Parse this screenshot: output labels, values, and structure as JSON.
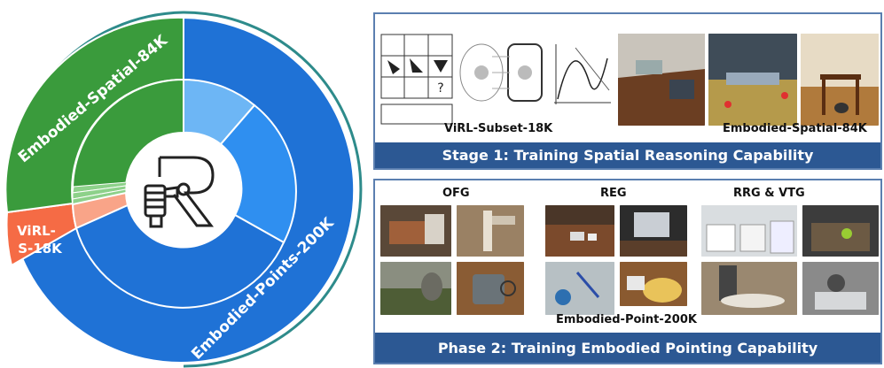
{
  "donut": {
    "outer_labels": {
      "spatial": "Embodied-Spatial-84K",
      "virl_line1": "ViRL-",
      "virl_line2": "S-18K",
      "points": "Embodied-Points-200K"
    },
    "colors": {
      "spatial": "#3a9b3c",
      "spatial_light": "#8dd18a",
      "virl": "#f56b45",
      "virl_light": "#f9a488",
      "points": "#1f72d6",
      "points_mid": "#2f8ff0",
      "points_light": "#6db6f5",
      "ring_outline": "#2e8b8b"
    }
  },
  "stage1": {
    "captions": {
      "virl": "ViRL-Subset-18K",
      "spatial": "Embodied-Spatial-84K"
    },
    "banner": "Stage 1: Training Spatial Reasoning Capability"
  },
  "stage2": {
    "captions": {
      "ofg": "OFG",
      "reg": "REG",
      "rrg": "RRG & VTG",
      "points": "Embodied-Point-200K"
    },
    "banner": "Phase 2: Training Embodied Pointing Capability"
  }
}
